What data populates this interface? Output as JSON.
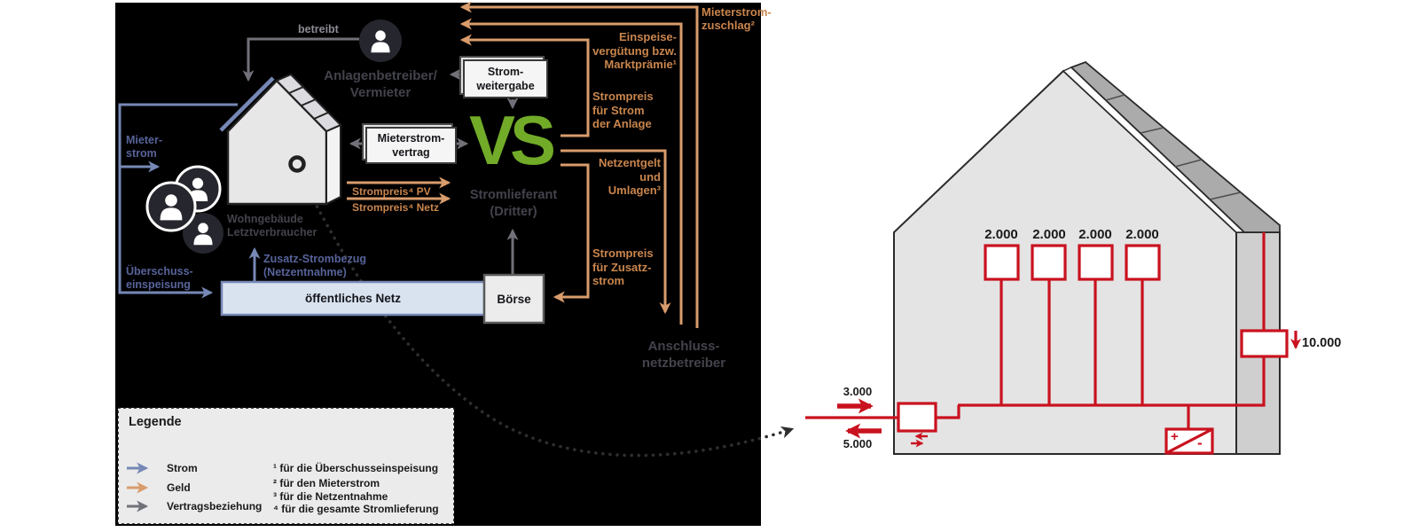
{
  "left_panel": {
    "operator": {
      "name_line1": "Anlagenbetreiber/",
      "name_line2": "Vermieter",
      "relation_label": "betreibt"
    },
    "building": {
      "label_line1": "Wohngebäude",
      "label_line2": "Letztverbraucher"
    },
    "supplier": {
      "logo": "VS",
      "name_line1": "Stromlieferant",
      "name_line2": "(Dritter)"
    },
    "grid_operator": {
      "name_line1": "Anschluss-",
      "name_line2": "netzbetreiber"
    },
    "public_grid_label": "öffentliches Netz",
    "exchange_label": "Börse",
    "contract_box": {
      "line1": "Mieterstrom-",
      "line2": "vertrag"
    },
    "passthrough_box": {
      "line1": "Strom-",
      "line2": "weitergabe"
    },
    "flow_labels": {
      "mieterstrom": [
        "Mieter-",
        "strom"
      ],
      "ueberschuss": [
        "Überschuss-",
        "einspeisung"
      ],
      "zusatz": [
        "Zusatz-Strombezug",
        "(Netzentnahme)"
      ],
      "strompreis_pv": "Strompreis⁴ PV",
      "strompreis_netz": "Strompreis⁴ Netz",
      "strompreis_anlage": [
        "Strompreis",
        "für Strom",
        "der Anlage"
      ],
      "netzentgelt": [
        "Netzentgelt",
        "und",
        "Umlagen³"
      ],
      "strompreis_zusatz": [
        "Strompreis",
        "für Zusatz-",
        "strom"
      ],
      "einspeiseverguetung": [
        "Einspeise-",
        "vergütung bzw.",
        "Marktprämie¹"
      ],
      "mieterstromzuschlag": [
        "Mieterstrom-",
        "zuschlag²"
      ]
    },
    "legend": {
      "title": "Legende",
      "items": [
        {
          "label": "Strom",
          "color": "#7688b5"
        },
        {
          "label": "Geld",
          "color": "#d99c6c"
        },
        {
          "label": "Vertragsbeziehung",
          "color": "#71717a"
        }
      ],
      "footnotes": [
        "¹ für die Überschusseinspeisung",
        "² für den Mieterstrom",
        "³ für die Netzentnahme",
        "⁴ für die gesamte Stromlieferung"
      ]
    }
  },
  "house_panel": {
    "apartment_meters": [
      "2.000",
      "2.000",
      "2.000",
      "2.000"
    ],
    "pv_meter": "10.000",
    "import_value": "3.000",
    "export_value": "5.000",
    "inverter": {
      "plus": "+",
      "minus": "-"
    }
  },
  "colors": {
    "strom_blue": "#7688b5",
    "geld_orange": "#d99c6c",
    "contract_gray": "#71717a",
    "wiring_red": "#c9121f",
    "logo_green": "#71ab28",
    "panel_black": "#000000"
  }
}
